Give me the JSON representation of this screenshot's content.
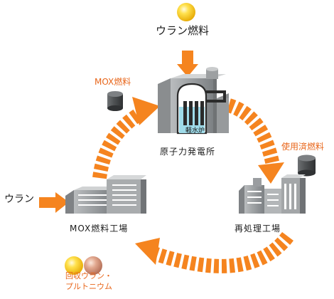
{
  "labels": {
    "uranium_fuel": "ウラン燃料",
    "power_plant": "原子力発電所",
    "light_water_reactor": "軽水炉",
    "mox_fuel": "MOX燃料",
    "spent_fuel": "使用済燃料",
    "uranium": "ウラン",
    "mox_factory": "MOX燃料工場",
    "reprocessing_plant": "再処理工場",
    "recovered_line1": "回収ウラン・",
    "recovered_line2": "プルトニウム"
  },
  "colors": {
    "accent": "#f5841f",
    "accent_text": "#e8661b",
    "building": "#8f9396",
    "building_light": "#c4c7c9",
    "uranium_ball": "#f2c311",
    "plutonium_ball": "#d3957c"
  }
}
